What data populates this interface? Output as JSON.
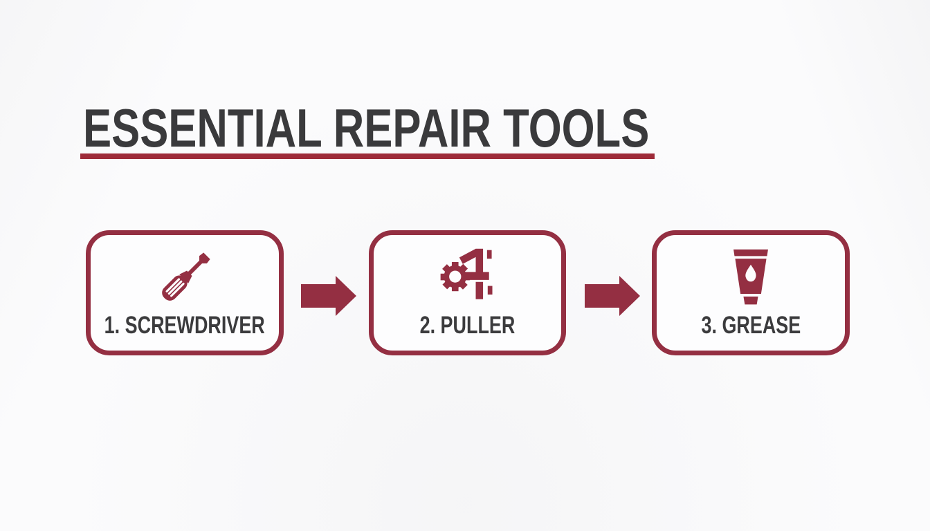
{
  "title": {
    "text": "ESSENTIAL REPAIR TOOLS"
  },
  "colors": {
    "accent": "#942f42",
    "underline": "#9e2b39",
    "heading": "#3a3a3c",
    "label": "#3b3b3d",
    "background": "#fbfbfc"
  },
  "steps": [
    {
      "label": "1. SCREWDRIVER",
      "icon": "screwdriver-icon"
    },
    {
      "label": "2. PULLER",
      "icon": "gear-puller-icon"
    },
    {
      "label": "3. GREASE",
      "icon": "grease-tube-icon"
    }
  ],
  "connectors": [
    {
      "icon": "arrow-right-icon"
    },
    {
      "icon": "arrow-right-icon"
    }
  ]
}
